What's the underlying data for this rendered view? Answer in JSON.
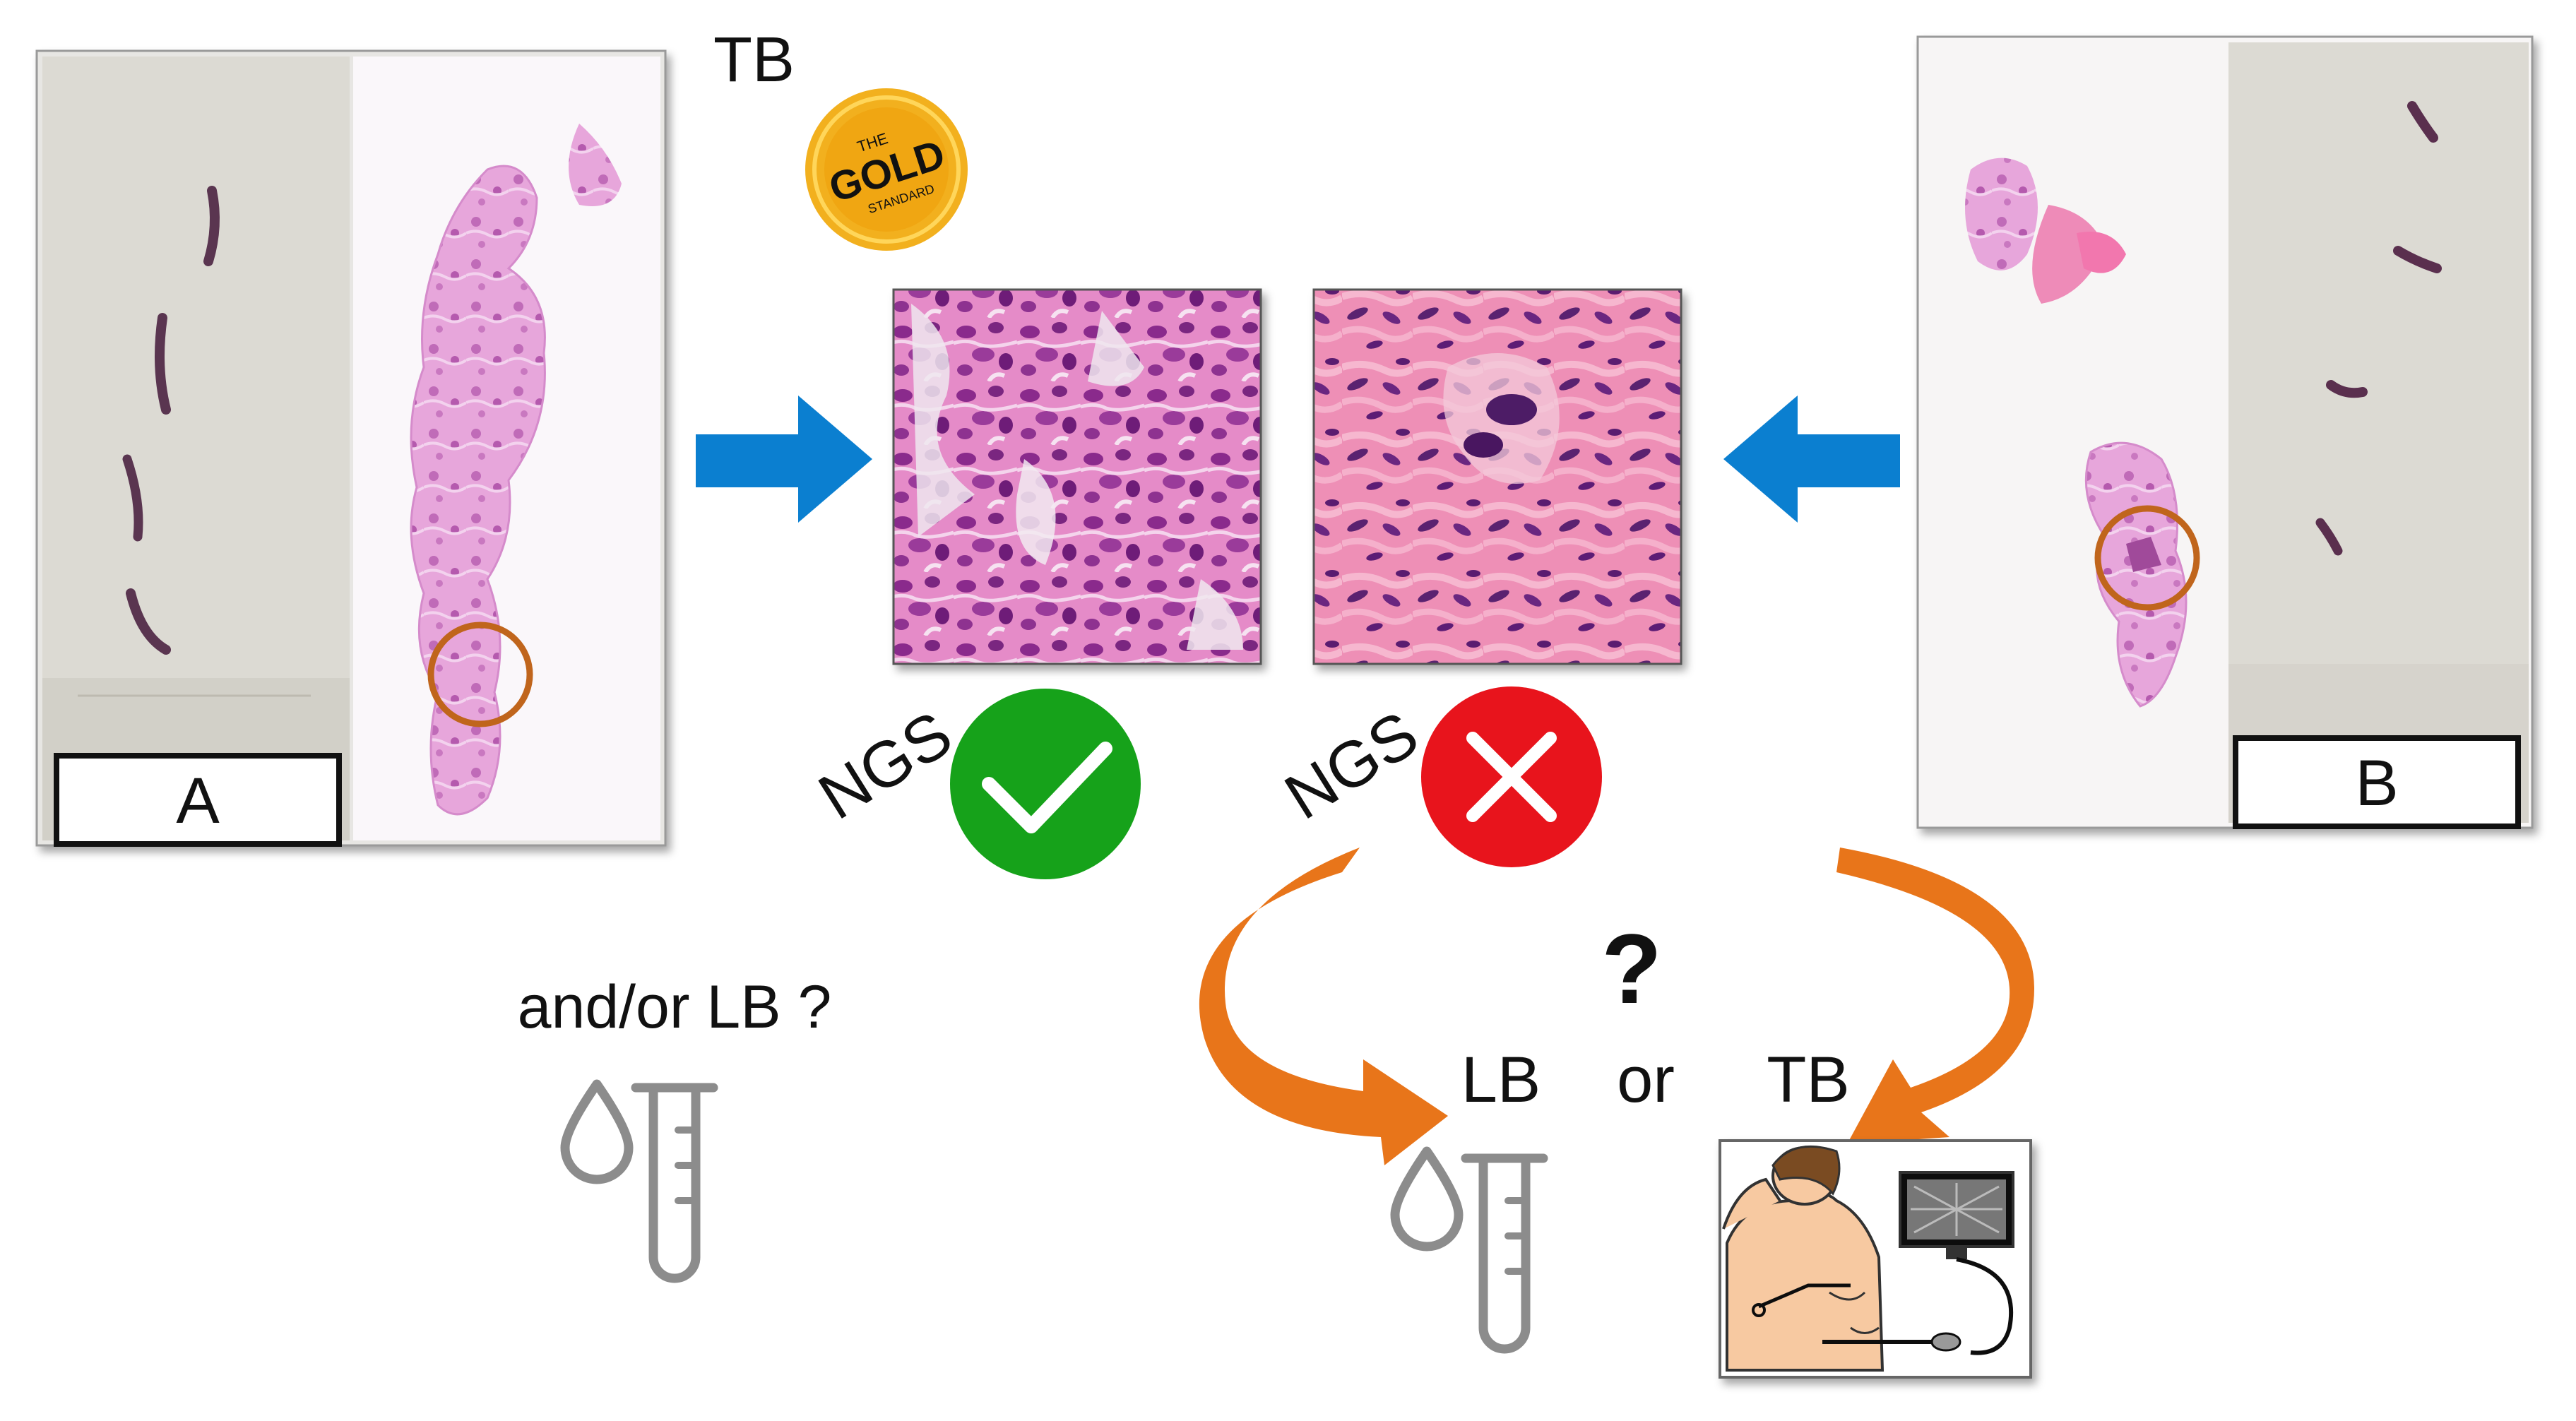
{
  "panels": {
    "left": {
      "label": "A"
    },
    "right": {
      "label": "B"
    }
  },
  "top_label": "TB",
  "gold_badge": {
    "line1": "THE",
    "line2": "GOLD",
    "line3": "STANDARD",
    "color": "#F2B01E"
  },
  "ngs_left": {
    "text": "NGS",
    "status": "check-icon",
    "color": "#16A21A"
  },
  "ngs_right": {
    "text": "NGS",
    "status": "cross-icon",
    "color": "#E8141C"
  },
  "question_mark": "?",
  "and_or_text": "and/or LB ?",
  "options": {
    "lb": "LB",
    "or": "or",
    "tb": "TB"
  },
  "colors": {
    "blue_arrow": "#0B7FD0",
    "orange_arrow": "#E8751A",
    "circle": "#C0651C",
    "tissue": "#D77AC0"
  },
  "icons": [
    "drop-icon",
    "test-tube-icon",
    "biopsy-procedure-icon"
  ]
}
